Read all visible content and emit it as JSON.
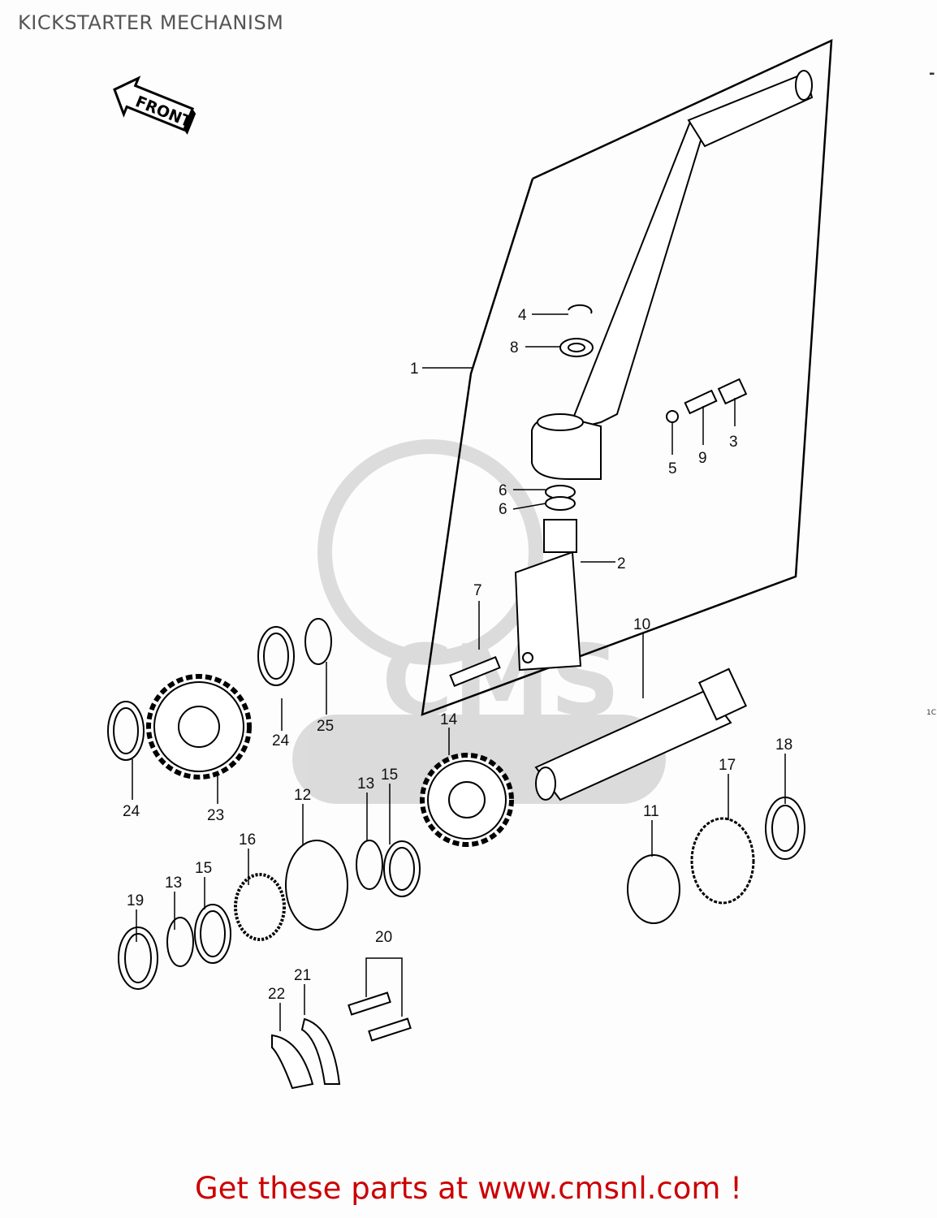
{
  "title": "KICKSTARTER MECHANISM",
  "front_arrow": {
    "label": "FRONT",
    "icon": "front-arrow-icon"
  },
  "watermark": {
    "brand": "CMS",
    "url_fragment": "WWW.CMSNL.COM"
  },
  "edge_marks": {
    "top_right": "-",
    "right_mid": "1C"
  },
  "callouts": [
    {
      "id": "1",
      "label": "1",
      "part": "kick-pedal-assembly"
    },
    {
      "id": "2",
      "label": "2",
      "part": "kick-pedal-boss"
    },
    {
      "id": "3",
      "label": "3",
      "part": "cap"
    },
    {
      "id": "4",
      "label": "4",
      "part": "circlip"
    },
    {
      "id": "5",
      "label": "5",
      "part": "ball"
    },
    {
      "id": "6a",
      "label": "6",
      "part": "oil-seal-upper"
    },
    {
      "id": "6b",
      "label": "6",
      "part": "oil-seal-lower"
    },
    {
      "id": "7",
      "label": "7",
      "part": "bolt"
    },
    {
      "id": "8",
      "label": "8",
      "part": "washer"
    },
    {
      "id": "9",
      "label": "9",
      "part": "spring"
    },
    {
      "id": "10",
      "label": "10",
      "part": "kickstarter-shaft"
    },
    {
      "id": "11",
      "label": "11",
      "part": "spring-guide"
    },
    {
      "id": "12",
      "label": "12",
      "part": "ratchet"
    },
    {
      "id": "13a",
      "label": "13",
      "part": "circlip-mid"
    },
    {
      "id": "13b",
      "label": "13",
      "part": "circlip-low"
    },
    {
      "id": "14",
      "label": "14",
      "part": "kick-gear"
    },
    {
      "id": "15a",
      "label": "15",
      "part": "washer-mid"
    },
    {
      "id": "15b",
      "label": "15",
      "part": "washer-low"
    },
    {
      "id": "16",
      "label": "16",
      "part": "ratchet-spring"
    },
    {
      "id": "17",
      "label": "17",
      "part": "kick-spring"
    },
    {
      "id": "18",
      "label": "18",
      "part": "washer-18"
    },
    {
      "id": "19",
      "label": "19",
      "part": "washer-19"
    },
    {
      "id": "20",
      "label": "20",
      "part": "bolts"
    },
    {
      "id": "21",
      "label": "21",
      "part": "guide-plate"
    },
    {
      "id": "22",
      "label": "22",
      "part": "stopper-plate"
    },
    {
      "id": "23",
      "label": "23",
      "part": "idle-gear"
    },
    {
      "id": "24a",
      "label": "24",
      "part": "washer-24-right"
    },
    {
      "id": "24b",
      "label": "24",
      "part": "washer-24-left"
    },
    {
      "id": "25",
      "label": "25",
      "part": "circlip-25"
    }
  ],
  "footer": {
    "text": "Get these parts at www.cmsnl.com !"
  }
}
